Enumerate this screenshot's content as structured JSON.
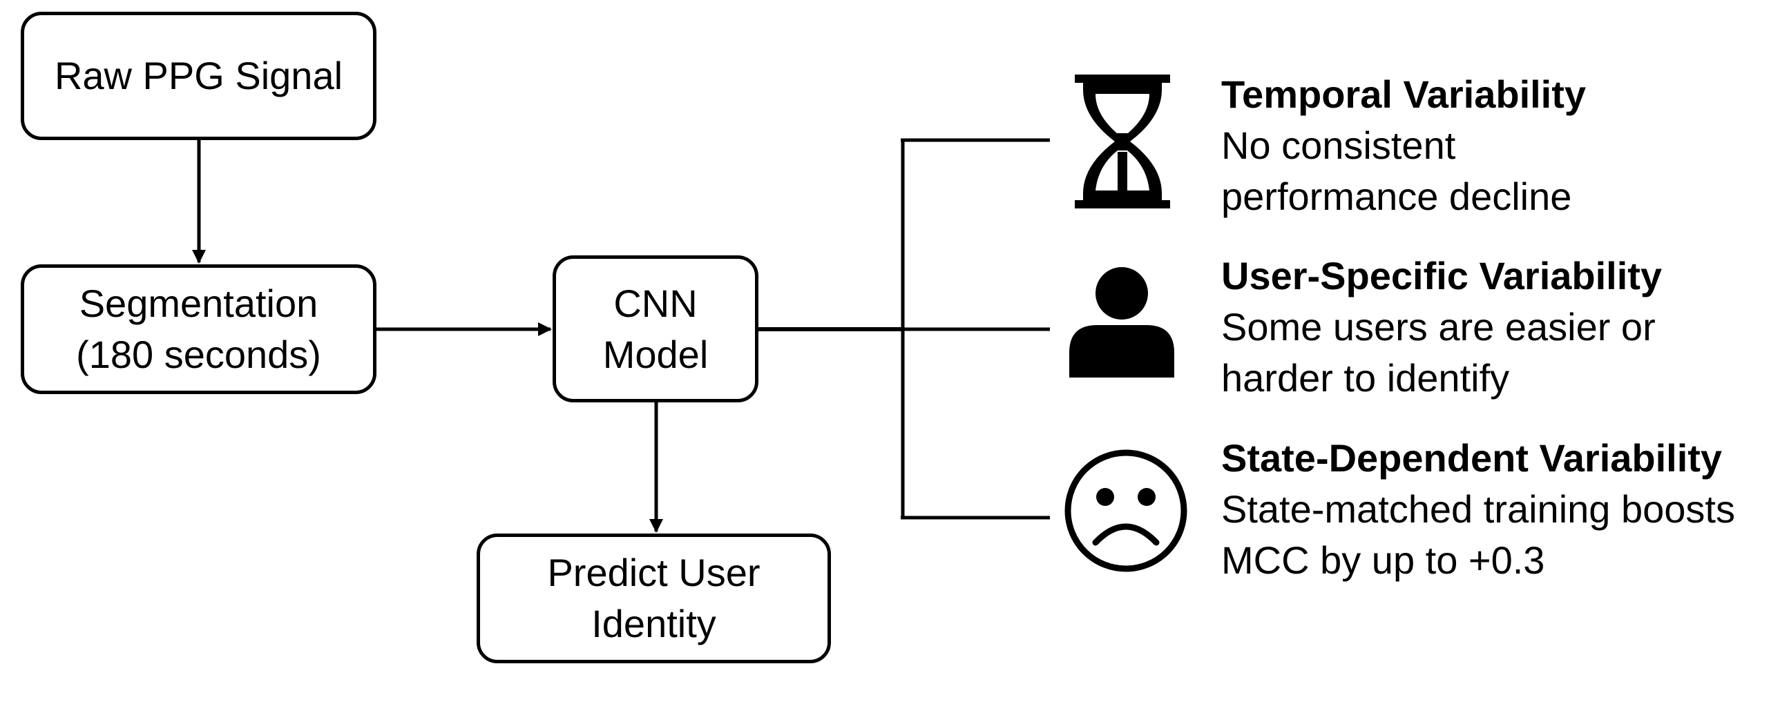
{
  "pipeline": {
    "raw": {
      "label": "Raw PPG Signal"
    },
    "segmentation": {
      "line1": "Segmentation",
      "line2": "(180 seconds)"
    },
    "cnn": {
      "line1": "CNN",
      "line2": "Model"
    },
    "predict": {
      "line1": "Predict User",
      "line2": "Identity"
    }
  },
  "findings": [
    {
      "icon": "hourglass-icon",
      "title": "Temporal Variability",
      "line1": "No consistent",
      "line2": "performance decline"
    },
    {
      "icon": "user-icon",
      "title": "User-Specific Variability",
      "line1": "Some users are easier or",
      "line2": "harder to identify"
    },
    {
      "icon": "sad-face-icon",
      "title": "State-Dependent Variability",
      "line1": "State-matched training boosts",
      "line2": "MCC by up to +0.3"
    }
  ]
}
